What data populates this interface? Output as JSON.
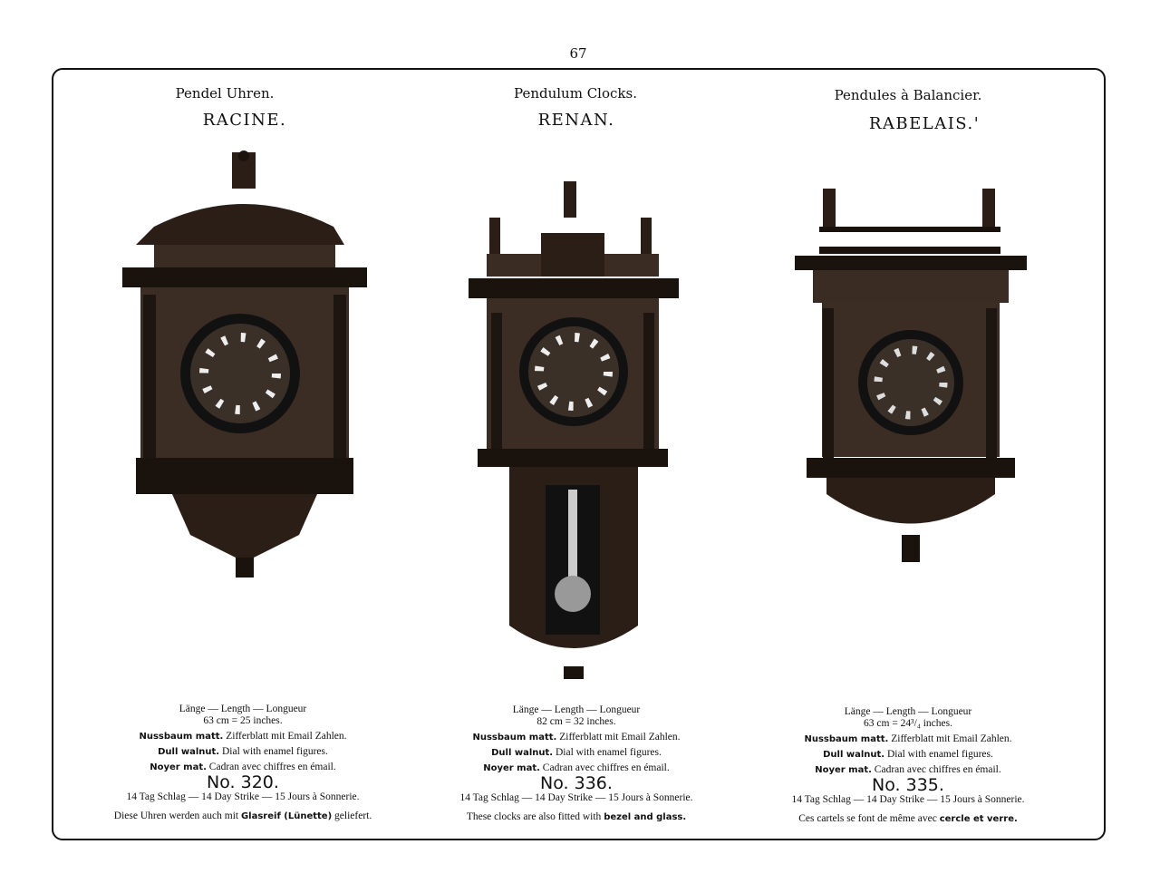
{
  "page_number": "67",
  "columns": [
    {
      "category": "Pendel Uhren.",
      "model": "RACINE.",
      "length_label": "Länge — Length — Longueur",
      "length_value": "63 cm = 25 inches.",
      "desc": [
        {
          "bold": "Nussbaum matt.",
          "text": "Zifferblatt mit Email Zahlen."
        },
        {
          "bold": "Dull walnut.",
          "text": "Dial with enamel figures."
        },
        {
          "bold": "Noyer mat.",
          "text": "Cadran avec chiffres en émail."
        }
      ],
      "number": "No. 320.",
      "strike": "14 Tag Schlag — 14 Day Strike — 15 Jours à Sonnerie.",
      "note_text": "Diese Uhren werden auch mit",
      "note_bold": "Glasreif (Lünette)",
      "note_end": "geliefert."
    },
    {
      "category": "Pendulum Clocks.",
      "model": "RENAN.",
      "length_label": "Länge — Length — Longueur",
      "length_value": "82 cm = 32 inches.",
      "desc": [
        {
          "bold": "Nussbaum matt.",
          "text": "Zifferblatt mit Email Zahlen."
        },
        {
          "bold": "Dull walnut.",
          "text": "Dial with enamel figures."
        },
        {
          "bold": "Noyer mat.",
          "text": "Cadran avec chiffres en émail."
        }
      ],
      "number": "No. 336.",
      "strike": "14 Tag Schlag — 14 Day Strike — 15 Jours à Sonnerie.",
      "note_text": "These clocks are also fitted with",
      "note_bold": "bezel and glass.",
      "note_end": ""
    },
    {
      "category": "Pendules à Balancier.",
      "model": "RABELAIS.'",
      "length_label": "Länge — Length — Longueur",
      "length_value": "63 cm = 24³/₄ inches.",
      "desc": [
        {
          "bold": "Nussbaum matt.",
          "text": "Zifferblatt mit Email Zahlen."
        },
        {
          "bold": "Dull walnut.",
          "text": "Dial with enamel figures."
        },
        {
          "bold": "Noyer mat.",
          "text": "Cadran avec chiffres en émail."
        }
      ],
      "number": "No. 335.",
      "strike": "14 Tag Schlag — 14 Day Strike — 15 Jours à Sonnerie.",
      "note_text": "Ces cartels se font de même avec",
      "note_bold": "cercle et verre.",
      "note_end": ""
    }
  ]
}
